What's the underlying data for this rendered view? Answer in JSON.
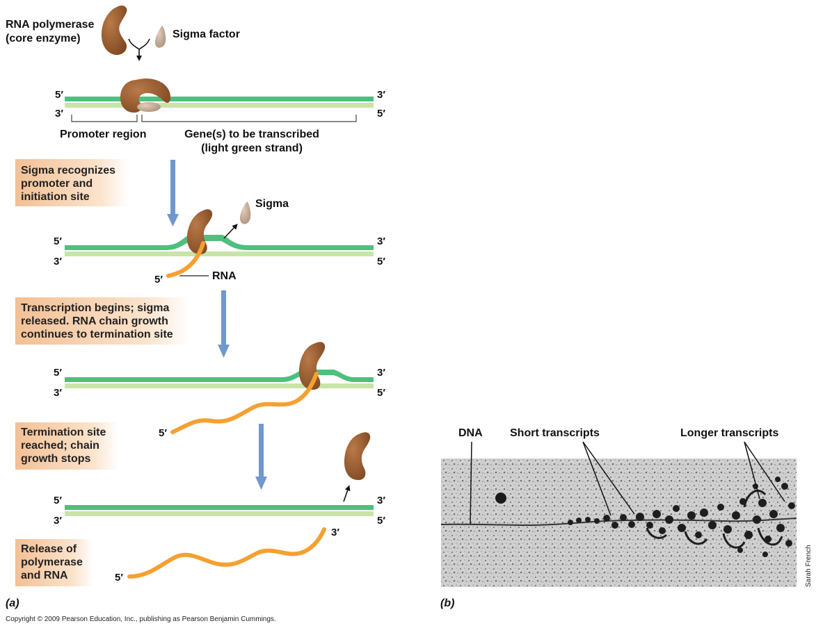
{
  "panel_a": {
    "panel_label": "(a)",
    "enzyme": {
      "rna_polymerase_line1": "RNA polymerase",
      "rna_polymerase_line2": "(core enzyme)",
      "sigma_factor": "Sigma factor"
    },
    "strand_ends": {
      "five_prime": "5′",
      "three_prime": "3′"
    },
    "promoter_region": "Promoter region",
    "genes_line1": "Gene(s) to be transcribed",
    "genes_line2": "(light green strand)",
    "sigma": "Sigma",
    "rna": "RNA",
    "steps": [
      {
        "lines": [
          "Sigma recognizes",
          "promoter and",
          "initiation site"
        ]
      },
      {
        "lines": [
          "Transcription begins; sigma",
          "released. RNA chain growth",
          "continues to termination site"
        ]
      },
      {
        "lines": [
          "Termination site",
          "reached;  chain",
          "growth stops"
        ]
      },
      {
        "lines": [
          "Release of",
          "polymerase",
          "and RNA"
        ]
      }
    ]
  },
  "panel_b": {
    "panel_label": "(b)",
    "dna": "DNA",
    "short_transcripts": "Short transcripts",
    "longer_transcripts": "Longer transcripts",
    "photo_credit": "Sarah French"
  },
  "copyright": "Copyright © 2009 Pearson Education, Inc., publishing as Pearson Benjamin Cummings.",
  "colors": {
    "template_strand": "#4fbf7e",
    "coding_strand": "#c9e4a6",
    "rna": "#f5a030",
    "polymerase": "#9a5b30",
    "sigma": "#c9ad97",
    "step_box": "#f6cfa8",
    "arrow": "#6f98cc"
  }
}
